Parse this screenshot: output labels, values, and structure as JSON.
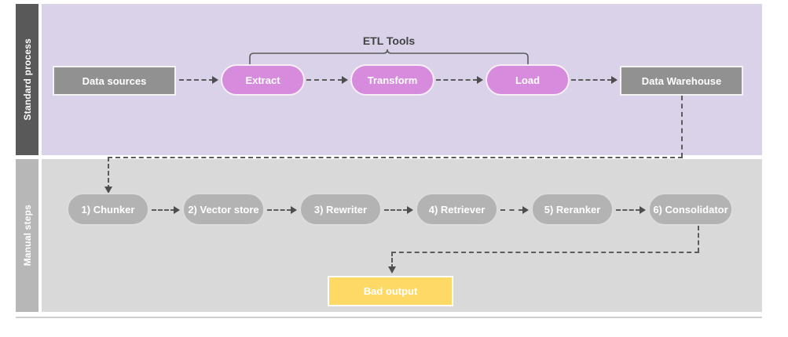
{
  "diagram": {
    "title": "ETL and manual RAG pipeline swimlane diagram",
    "colors": {
      "lane_top_bg": "#d9d2e9",
      "lane_top_strip": "#595959",
      "lane_bottom_bg": "#d9d9d9",
      "lane_bottom_strip": "#b7b7b7",
      "node_gray": "#919191",
      "node_manual_gray": "#b3b3b3",
      "node_magenta": "#d68bdd",
      "node_yellow": "#ffd966",
      "connector": "#5b5b5b",
      "text_light": "#ffffff",
      "text_dark": "#434343"
    }
  },
  "lanes": [
    {
      "id": "standard-process",
      "label": "Standard process"
    },
    {
      "id": "manual-steps",
      "label": "Manual steps"
    }
  ],
  "annotations": {
    "etl_tools_label": "ETL Tools"
  },
  "standard_process": {
    "nodes": [
      {
        "id": "data-sources",
        "label": "Data sources",
        "shape": "rect",
        "style": "gray"
      },
      {
        "id": "extract",
        "label": "Extract",
        "shape": "pill",
        "style": "magenta"
      },
      {
        "id": "transform",
        "label": "Transform",
        "shape": "pill",
        "style": "magenta"
      },
      {
        "id": "load",
        "label": "Load",
        "shape": "pill",
        "style": "magenta"
      },
      {
        "id": "data-warehouse",
        "label": "Data Warehouse",
        "shape": "rect",
        "style": "gray"
      }
    ]
  },
  "manual_steps": {
    "nodes": [
      {
        "id": "chunker",
        "label": "1) Chunker",
        "shape": "pill",
        "style": "gray"
      },
      {
        "id": "vector-store",
        "label": "2) Vector store",
        "shape": "pill",
        "style": "gray"
      },
      {
        "id": "rewriter",
        "label": "3) Rewriter",
        "shape": "pill",
        "style": "gray"
      },
      {
        "id": "retriever",
        "label": "4) Retriever",
        "shape": "pill",
        "style": "gray"
      },
      {
        "id": "reranker",
        "label": "5) Reranker",
        "shape": "pill",
        "style": "gray"
      },
      {
        "id": "consolidator",
        "label": "6) Consolidator",
        "shape": "pill",
        "style": "gray"
      }
    ],
    "output": {
      "id": "bad-output",
      "label": "Bad output",
      "shape": "rect",
      "style": "yellow"
    }
  }
}
